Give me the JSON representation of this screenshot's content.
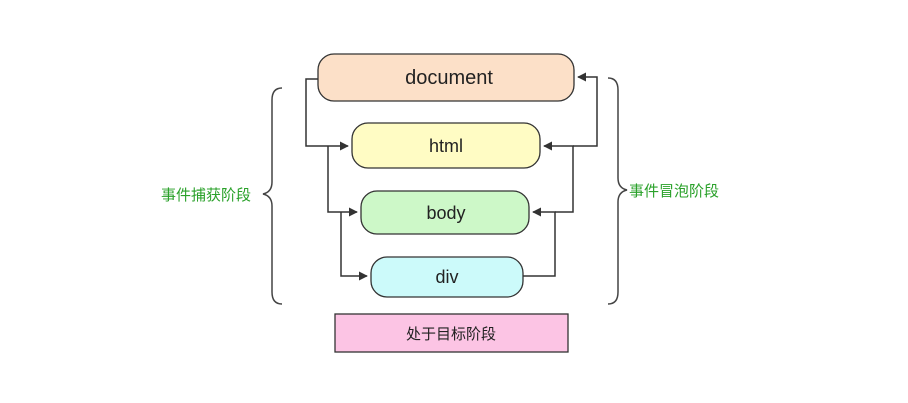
{
  "nodes": {
    "document": {
      "label": "document",
      "fill": "#fce0c8"
    },
    "html": {
      "label": "html",
      "fill": "#fffcc4"
    },
    "body": {
      "label": "body",
      "fill": "#cdf8c8"
    },
    "div": {
      "label": "div",
      "fill": "#ccfafa"
    }
  },
  "phases": {
    "capture": {
      "label": "事件捕获阶段",
      "color": "#2aa12a"
    },
    "bubble": {
      "label": "事件冒泡阶段",
      "color": "#2aa12a"
    },
    "target": {
      "label": "处于目标阶段",
      "fill": "#fcc4e4"
    }
  },
  "colors": {
    "stroke": "#333333",
    "bracket": "#444444"
  }
}
